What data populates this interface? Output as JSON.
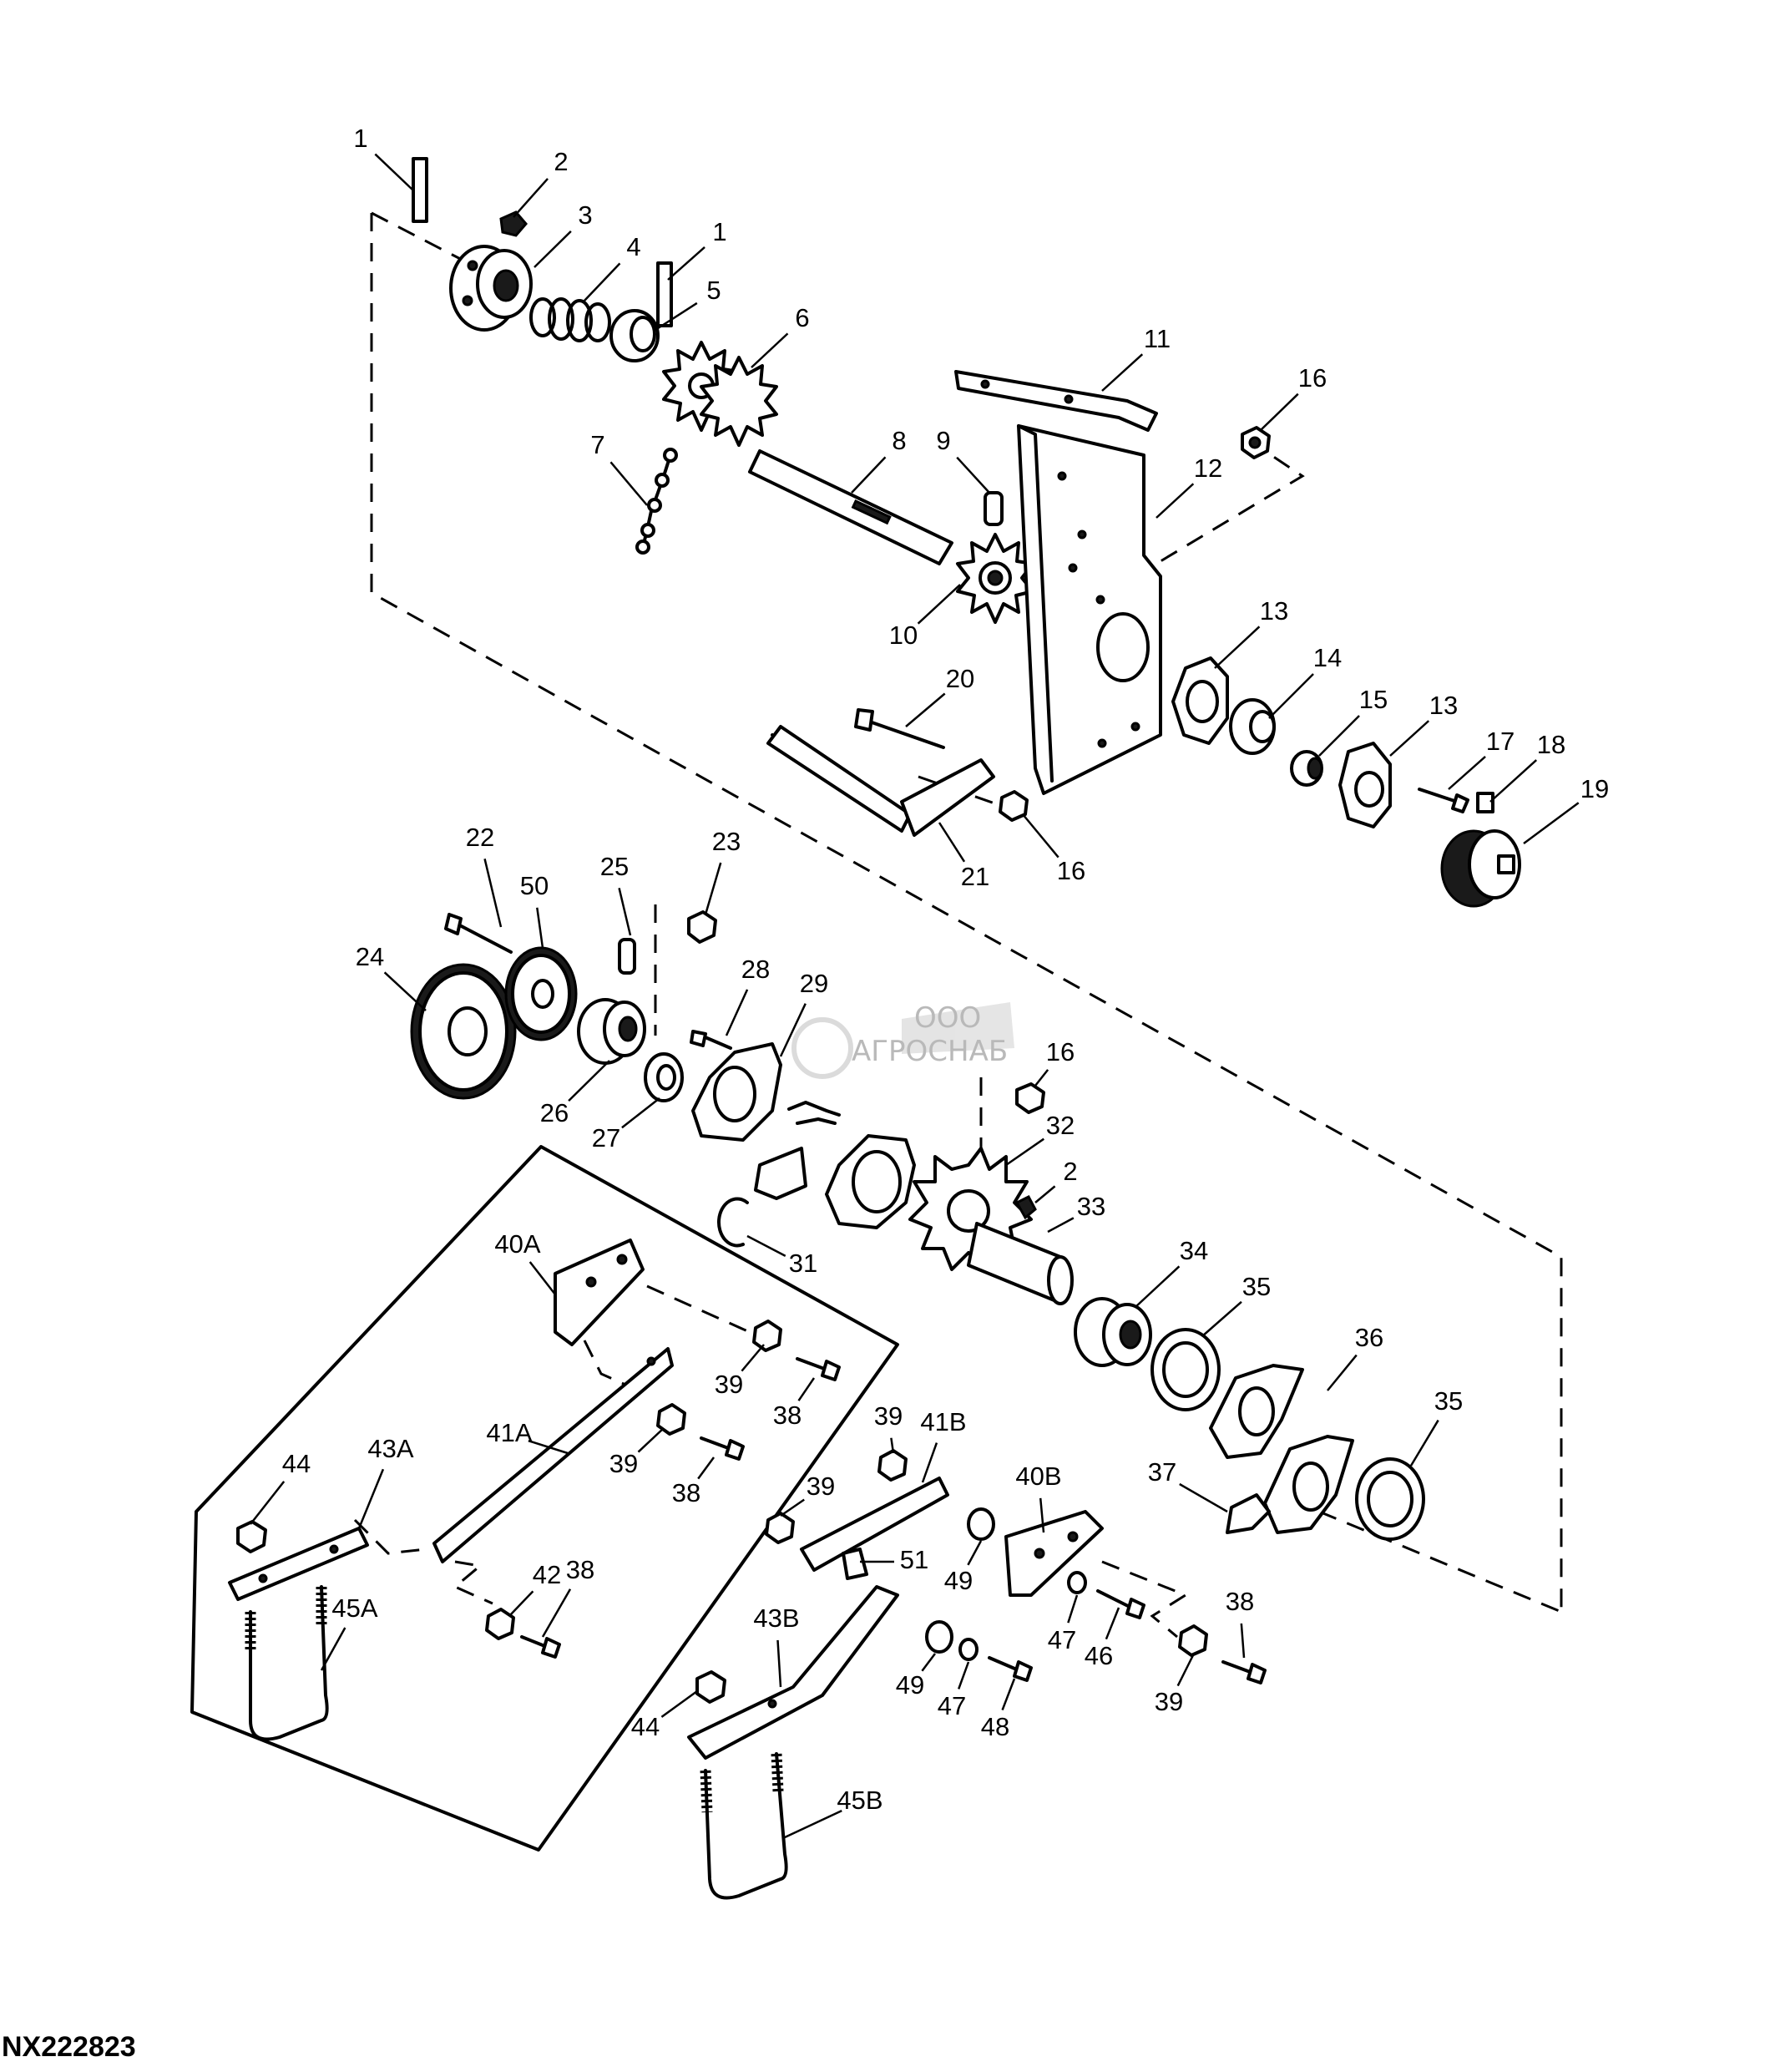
{
  "figure": {
    "reference": "NX222823",
    "watermark": {
      "small": "ООО",
      "brand": "АГРОСНАБ"
    }
  },
  "callouts": [
    {
      "id": "c1a",
      "label": "1"
    },
    {
      "id": "c1b",
      "label": "1"
    },
    {
      "id": "c2a",
      "label": "2"
    },
    {
      "id": "c2b",
      "label": "2"
    },
    {
      "id": "c3",
      "label": "3"
    },
    {
      "id": "c4",
      "label": "4"
    },
    {
      "id": "c5",
      "label": "5"
    },
    {
      "id": "c6",
      "label": "6"
    },
    {
      "id": "c7",
      "label": "7"
    },
    {
      "id": "c8",
      "label": "8"
    },
    {
      "id": "c9",
      "label": "9"
    },
    {
      "id": "c10",
      "label": "10"
    },
    {
      "id": "c11",
      "label": "11"
    },
    {
      "id": "c12",
      "label": "12"
    },
    {
      "id": "c13a",
      "label": "13"
    },
    {
      "id": "c13b",
      "label": "13"
    },
    {
      "id": "c14",
      "label": "14"
    },
    {
      "id": "c15",
      "label": "15"
    },
    {
      "id": "c16a",
      "label": "16"
    },
    {
      "id": "c16b",
      "label": "16"
    },
    {
      "id": "c16c",
      "label": "16"
    },
    {
      "id": "c17",
      "label": "17"
    },
    {
      "id": "c18",
      "label": "18"
    },
    {
      "id": "c19",
      "label": "19"
    },
    {
      "id": "c20",
      "label": "20"
    },
    {
      "id": "c21",
      "label": "21"
    },
    {
      "id": "c22",
      "label": "22"
    },
    {
      "id": "c23",
      "label": "23"
    },
    {
      "id": "c24",
      "label": "24"
    },
    {
      "id": "c25",
      "label": "25"
    },
    {
      "id": "c26",
      "label": "26"
    },
    {
      "id": "c27",
      "label": "27"
    },
    {
      "id": "c28",
      "label": "28"
    },
    {
      "id": "c29",
      "label": "29"
    },
    {
      "id": "c31",
      "label": "31"
    },
    {
      "id": "c32",
      "label": "32"
    },
    {
      "id": "c33",
      "label": "33"
    },
    {
      "id": "c34",
      "label": "34"
    },
    {
      "id": "c35a",
      "label": "35"
    },
    {
      "id": "c35b",
      "label": "35"
    },
    {
      "id": "c36",
      "label": "36"
    },
    {
      "id": "c37",
      "label": "37"
    },
    {
      "id": "c38a",
      "label": "38"
    },
    {
      "id": "c38b",
      "label": "38"
    },
    {
      "id": "c38c",
      "label": "38"
    },
    {
      "id": "c38d",
      "label": "38"
    },
    {
      "id": "c39a",
      "label": "39"
    },
    {
      "id": "c39b",
      "label": "39"
    },
    {
      "id": "c39c",
      "label": "39"
    },
    {
      "id": "c39d",
      "label": "39"
    },
    {
      "id": "c39e",
      "label": "39"
    },
    {
      "id": "c40A",
      "label": "40A"
    },
    {
      "id": "c40B",
      "label": "40B"
    },
    {
      "id": "c41A",
      "label": "41A"
    },
    {
      "id": "c41B",
      "label": "41B"
    },
    {
      "id": "c42",
      "label": "42"
    },
    {
      "id": "c43A",
      "label": "43A"
    },
    {
      "id": "c43B",
      "label": "43B"
    },
    {
      "id": "c44a",
      "label": "44"
    },
    {
      "id": "c44b",
      "label": "44"
    },
    {
      "id": "c45A",
      "label": "45A"
    },
    {
      "id": "c45B",
      "label": "45B"
    },
    {
      "id": "c46",
      "label": "46"
    },
    {
      "id": "c47a",
      "label": "47"
    },
    {
      "id": "c47b",
      "label": "47"
    },
    {
      "id": "c48",
      "label": "48"
    },
    {
      "id": "c49a",
      "label": "49"
    },
    {
      "id": "c49b",
      "label": "49"
    },
    {
      "id": "c50",
      "label": "50"
    },
    {
      "id": "c51",
      "label": "51"
    }
  ]
}
